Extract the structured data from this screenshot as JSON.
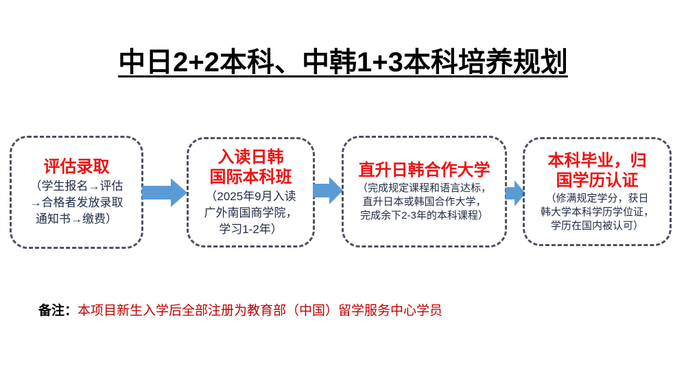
{
  "title": "中日2+2本科、中韩1+3本科培养规划",
  "steps": [
    {
      "heading": [
        "评估录取"
      ],
      "description": [
        "（学生报名→评估",
        "→合格者发放录取",
        "通知书→缴费）"
      ]
    },
    {
      "heading": [
        "入读日韩",
        "国际本科班"
      ],
      "description": [
        "（2025年9月入读",
        "广外南国商学院，",
        "学习1-2年）"
      ]
    },
    {
      "heading": [
        "直升日韩合作大学"
      ],
      "description": [
        "（完成规定课程和语言达标，",
        "直升日本或韩国合作大学，",
        "完成余下2-3年的本科课程）"
      ]
    },
    {
      "heading": [
        "本科毕业，归",
        "国学历认证"
      ],
      "description": [
        "（修满规定学分，获日",
        "韩大学本科学历学位证，",
        "学历在国内被认可）"
      ]
    }
  ],
  "note": {
    "label": "备注：",
    "text": "本项目新生入学后全部注册为教育部（中国）留学服务中心学员"
  },
  "colors": {
    "heading": "#ee1111",
    "arrow": "#5b9bd5",
    "border": "#4a5060"
  }
}
